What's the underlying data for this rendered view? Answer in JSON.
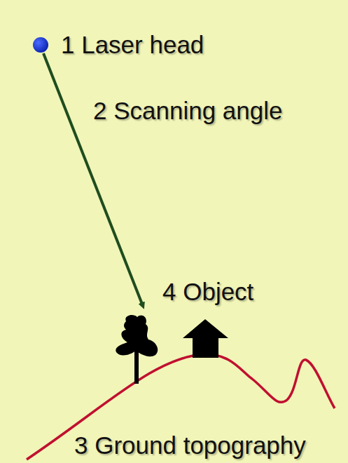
{
  "diagram": {
    "labels": [
      "1 Laser head",
      "2 Scanning angle",
      "4 Object",
      "3 Ground topography"
    ]
  }
}
